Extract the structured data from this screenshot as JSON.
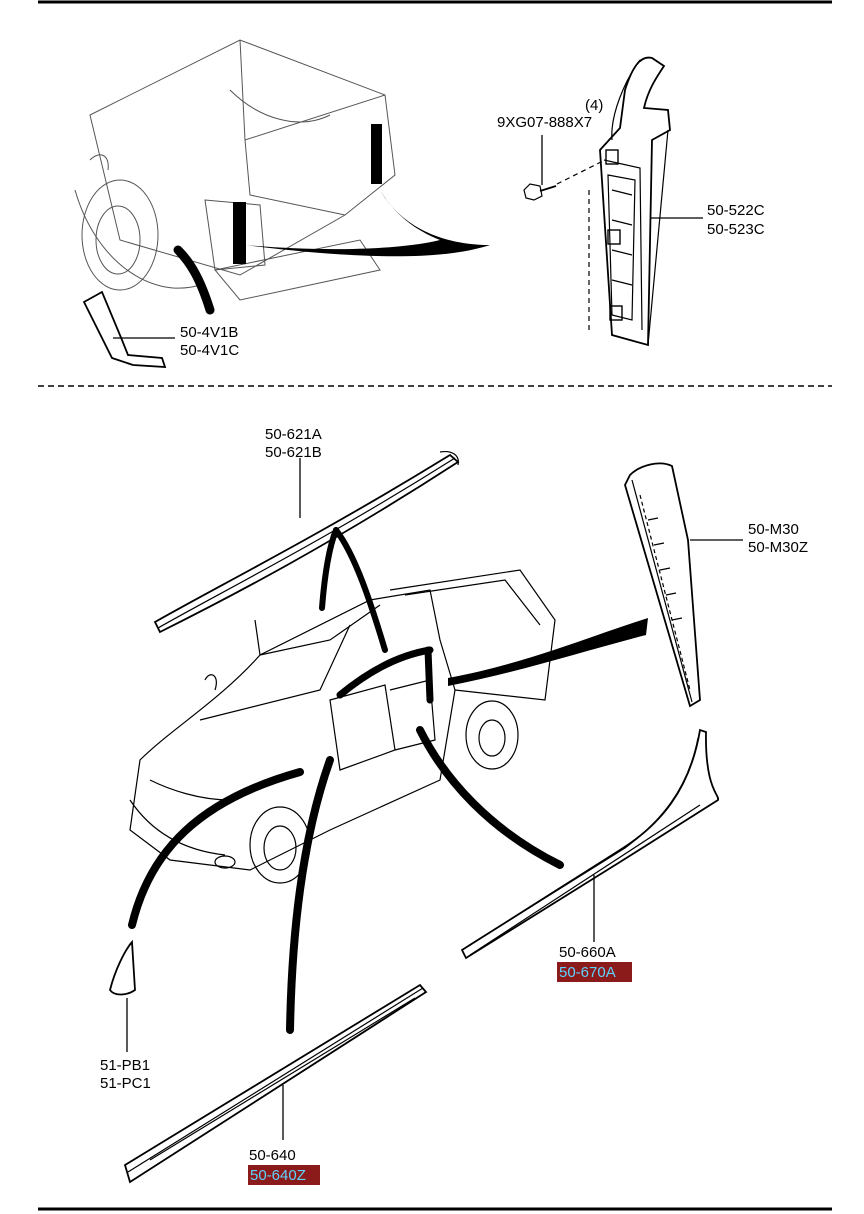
{
  "parts": {
    "taillight_bolt": "9XG07-888X7",
    "bolt_qty": "(4)",
    "taillight_moulding_a": "50-522C",
    "taillight_moulding_b": "50-523C",
    "bumper_cover_a": "50-4V1B",
    "bumper_cover_b": "50-4V1C",
    "roof_moulding_a": "50-621A",
    "roof_moulding_b": "50-621B",
    "pillar_garnish_a": "50-M30",
    "pillar_garnish_b": "50-M30Z",
    "rear_door_moulding_a": "50-660A",
    "rear_door_moulding_b": "50-670A",
    "mirror_cover_a": "51-PB1",
    "mirror_cover_b": "51-PC1",
    "front_door_moulding_a": "50-640",
    "front_door_moulding_b": "50-640Z"
  },
  "highlight": {
    "background": "#8b1a1a",
    "text": "#5fd3ff"
  }
}
